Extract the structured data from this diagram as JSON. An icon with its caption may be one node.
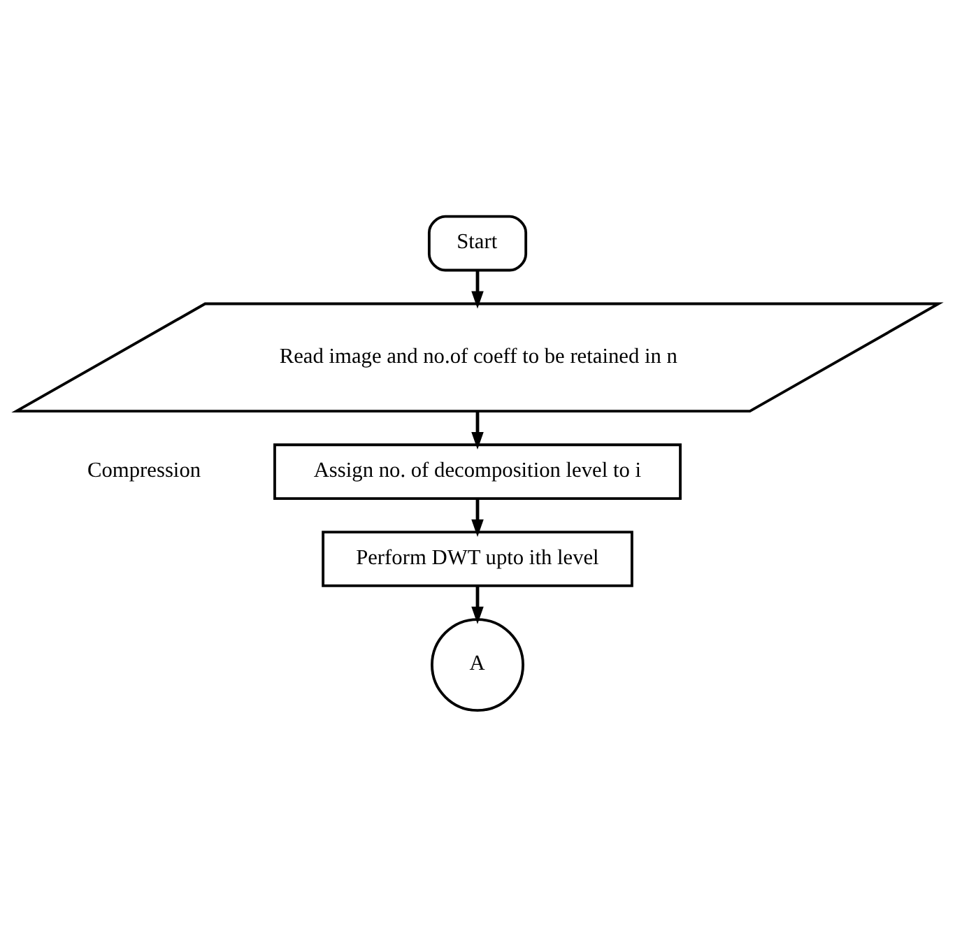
{
  "diagram": {
    "nodes": [
      {
        "text": [
          "Start"
        ]
      },
      {
        "text": [
          "Read image and no.of coeff to be retained in n"
        ]
      },
      {
        "text": [
          "Assign no. of decomposition level to i"
        ]
      },
      {
        "text": [
          "Perform DWT upto ith level"
        ]
      },
      {
        "text": [
          "A"
        ]
      }
    ],
    "edges": [
      {
        "from": 0,
        "to": 1,
        "arrow": "to"
      },
      {
        "from": 1,
        "to": 2,
        "arrow": "to"
      },
      {
        "from": 2,
        "to": 3,
        "arrow": "to"
      },
      {
        "from": 3,
        "to": 4,
        "arrow": "to"
      }
    ],
    "labels": [
      "Compression"
    ]
  }
}
